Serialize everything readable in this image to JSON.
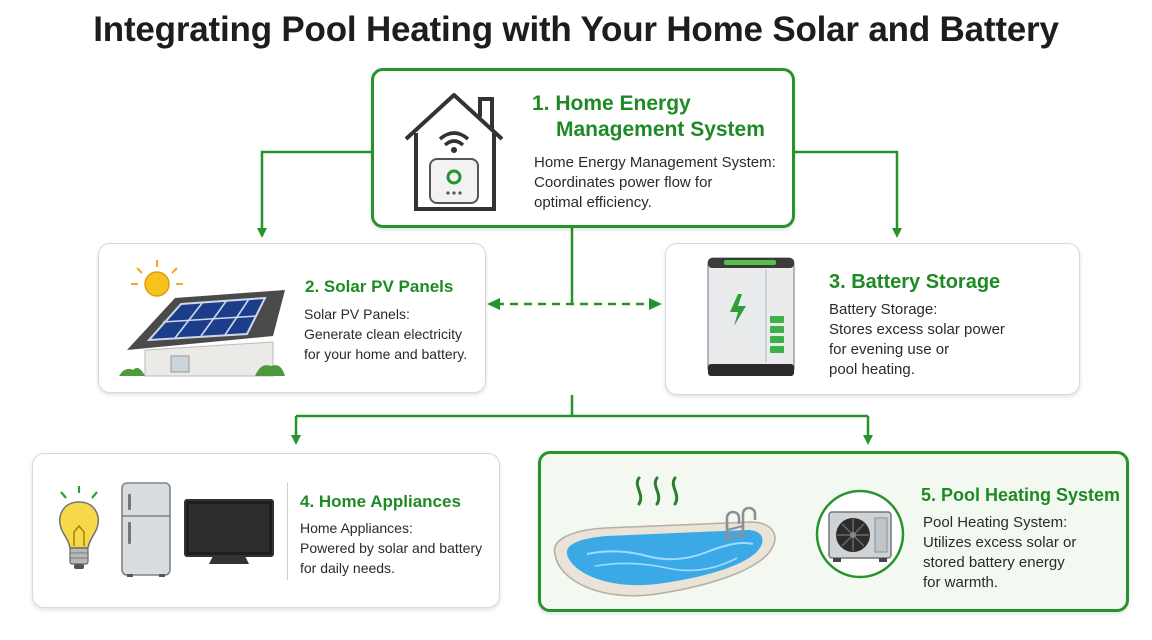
{
  "title": "Integrating Pool Heating with Your Home Solar and Battery",
  "colors": {
    "accent": "#27932b",
    "text": "#2a2a2a",
    "title": "#1d1d1d"
  },
  "nodes": {
    "hems": {
      "title_line1": "1. Home Energy",
      "title_line2": "Management System",
      "desc": [
        "Home Energy Management System:",
        "Coordinates power flow for",
        "optimal efficiency."
      ],
      "icon": "smart-home-hub-icon"
    },
    "solar": {
      "title": "2. Solar PV Panels",
      "desc": [
        "Solar PV Panels:",
        "Generate clean electricity",
        "for your home and battery."
      ],
      "icon": "solar-roof-icon"
    },
    "battery": {
      "title": "3. Battery Storage",
      "desc": [
        "Battery Storage:",
        "Stores excess solar power",
        "for evening use or",
        "pool heating."
      ],
      "icon": "home-battery-icon"
    },
    "appliances": {
      "title": "4. Home Appliances",
      "desc": [
        "Home Appliances:",
        "Powered by solar and battery",
        "for daily needs."
      ],
      "icons": [
        "light-bulb-icon",
        "refrigerator-icon",
        "television-icon"
      ]
    },
    "pool": {
      "title": "5. Pool Heating System",
      "desc": [
        "Pool Heating System:",
        "Utilizes excess solar or",
        "stored battery energy",
        "for warmth."
      ],
      "icons": [
        "swimming-pool-icon",
        "heat-pump-icon"
      ]
    }
  }
}
